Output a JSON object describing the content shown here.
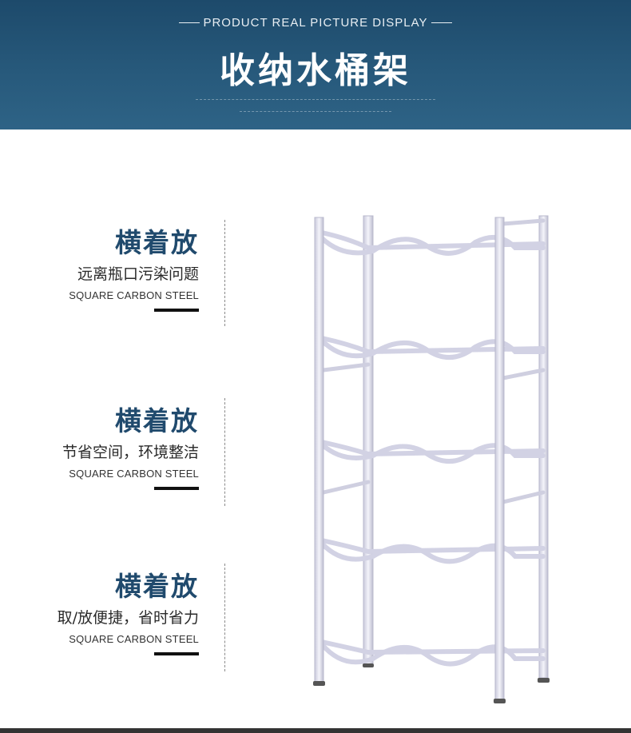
{
  "banner": {
    "subtitle": "PRODUCT REAL PICTURE DISPLAY",
    "title": "收纳水桶架",
    "background_color": "#27597b"
  },
  "features": [
    {
      "heading": "横着放",
      "description": "远离瓶口污染问题",
      "english": "SQUARE CARBON STEEL"
    },
    {
      "heading": "横着放",
      "description": "节省空间，环境整洁",
      "english": "SQUARE CARBON STEEL"
    },
    {
      "heading": "横着放",
      "description": "取/放便捷，省时省力",
      "english": "SQUARE CARBON STEEL"
    }
  ],
  "colors": {
    "heading": "#204a6d",
    "rack": "#dcdcec"
  }
}
